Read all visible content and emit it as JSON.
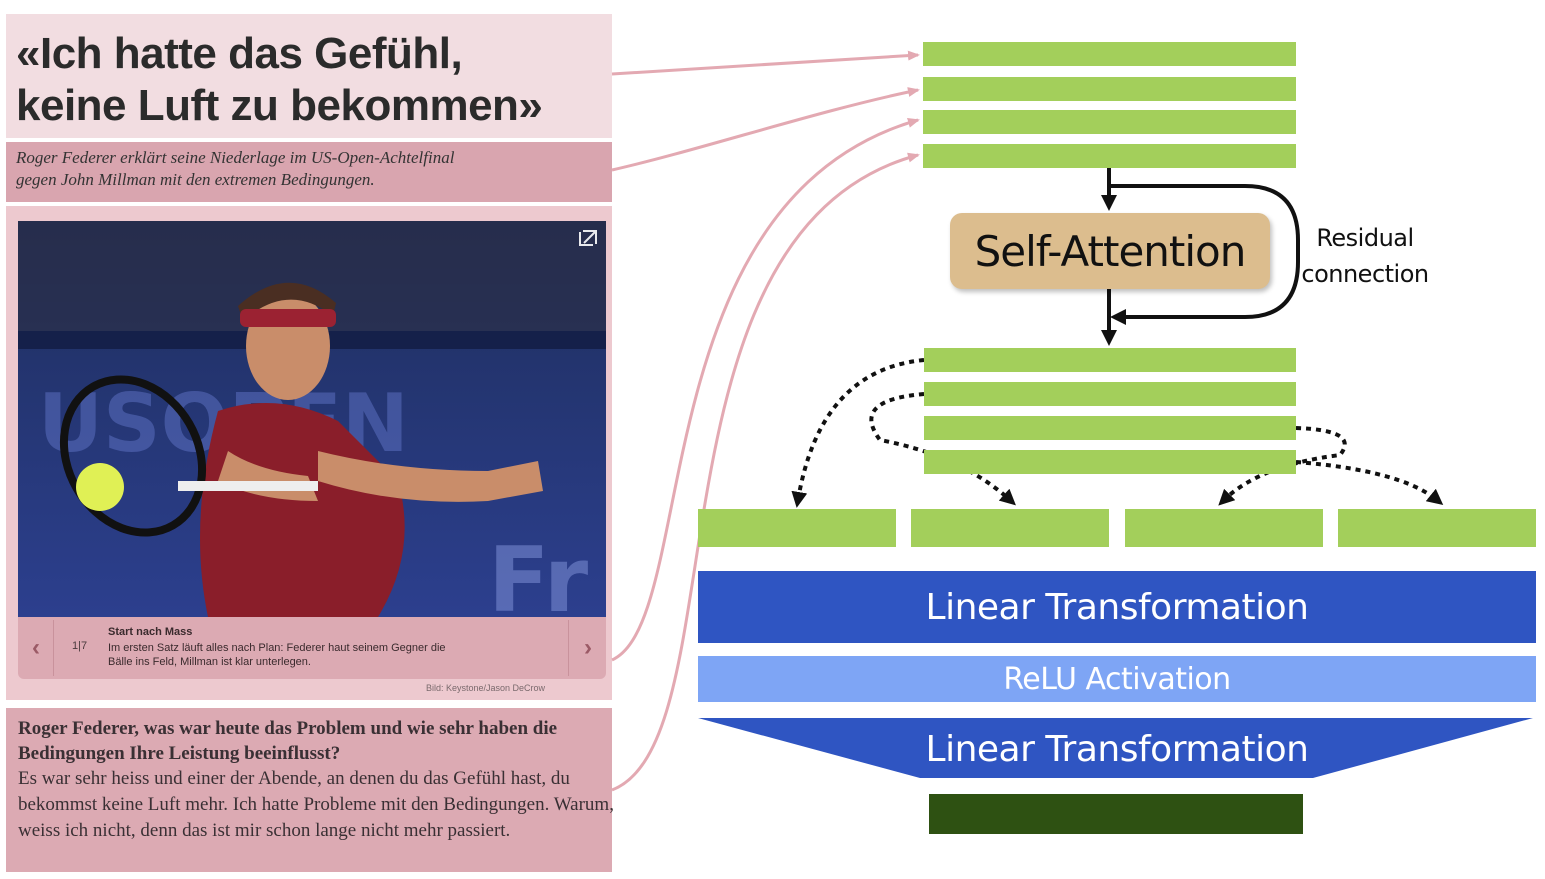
{
  "article": {
    "headline_line1": "«Ich hatte das Gefühl,",
    "headline_line2": "keine Luft zu bekommen»",
    "subtitle_line1": "Roger Federer erklärt seine Niederlage im US-Open-Achtelfinal",
    "subtitle_line2": "gegen John Millman mit den extremen Bedingungen.",
    "gallery": {
      "prev_icon": "chevron-left-icon",
      "next_icon": "chevron-right-icon",
      "prev_glyph": "‹",
      "next_glyph": "›",
      "counter": "1|7",
      "caption_title": "Start nach Mass",
      "caption_line1": "Im ersten Satz läuft alles nach Plan: Federer haut seinem Gegner die",
      "caption_line2": "Bälle ins Feld, Millman ist klar unterlegen.",
      "credit": "Bild: Keystone/Jason DeCrow",
      "expand_icon": "expand-icon"
    },
    "question": "Roger Federer, was war heute das Problem und wie sehr haben die Bedingungen Ihre Leistung beeinflusst?",
    "answer": "Es war sehr heiss und einer der Abende, an denen du das Gefühl hast, du bekommst keine Luft mehr. Ich hatte Probleme mit den Bedingungen. Warum, weiss ich nicht, denn das ist mir schon lange nicht mehr passiert."
  },
  "diagram": {
    "self_attention_label": "Self-Attention",
    "residual_line1": "Residual",
    "residual_line2": "connection",
    "linear1_label": "Linear Transformation",
    "relu_label": "ReLU Activation",
    "linear2_label": "Linear Transformation",
    "colors": {
      "embedding": "#a3cf5b",
      "self_attention": "#dcbd8e",
      "linear": "#2f55c2",
      "relu": "#7ea5f5",
      "output": "#2e5112",
      "pink_arrow": "#e3a9b2"
    }
  }
}
